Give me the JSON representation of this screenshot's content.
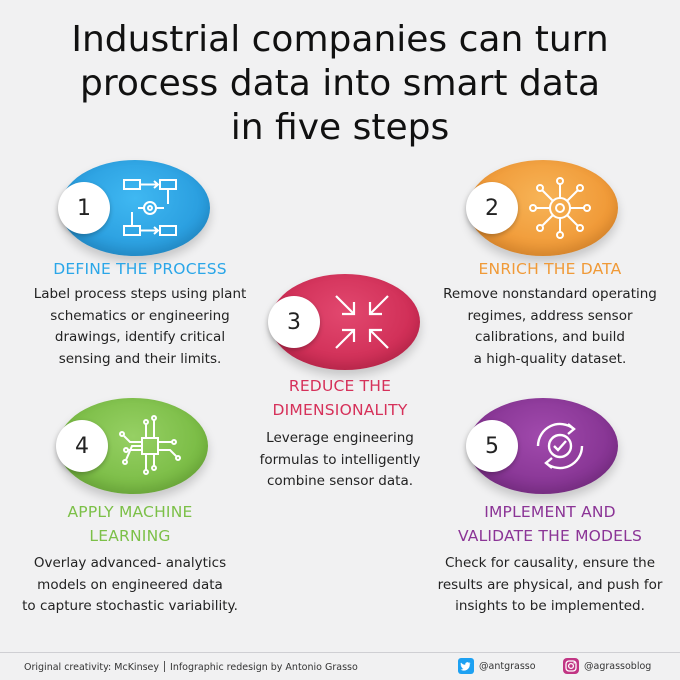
{
  "title": {
    "line1": "Industrial companies can turn",
    "line2": "process data into smart data",
    "line3": "in five steps"
  },
  "steps": [
    {
      "number": "1",
      "heading_lines": [
        "DEFINE THE PROCESS"
      ],
      "desc_lines": [
        "Label process steps using plant",
        "schematics or engineering",
        "drawings, identify critical",
        "sensing and their limits."
      ],
      "color": "#2aa6e8",
      "icon": "process-flow-icon"
    },
    {
      "number": "2",
      "heading_lines": [
        "ENRICH THE DATA"
      ],
      "desc_lines": [
        "Remove nonstandard operating",
        "regimes, address sensor",
        "calibrations, and build",
        "a high-quality dataset."
      ],
      "color": "#f09a38",
      "icon": "data-hub-icon"
    },
    {
      "number": "3",
      "heading_lines": [
        "REDUCE THE",
        "DIMENSIONALITY"
      ],
      "desc_lines": [
        "Leverage engineering",
        "formulas to intelligently",
        "combine sensor data."
      ],
      "color": "#d6315a",
      "icon": "collapse-arrows-icon"
    },
    {
      "number": "4",
      "heading_lines": [
        "APPLY MACHINE",
        "LEARNING"
      ],
      "desc_lines": [
        "Overlay advanced- analytics",
        "models on engineered data",
        "to capture stochastic variability."
      ],
      "color": "#7cc048",
      "icon": "chip-circuit-icon"
    },
    {
      "number": "5",
      "heading_lines": [
        "IMPLEMENT AND",
        "VALIDATE THE MODELS"
      ],
      "desc_lines": [
        "Check for causality, ensure the",
        "results are physical, and push for",
        "insights to be implemented."
      ],
      "color": "#8b3496",
      "icon": "validation-cycle-icon"
    }
  ],
  "footer": {
    "credit_left": "Original creativity: McKinsey",
    "credit_right": "Infographic redesign by Antonio Grasso",
    "twitter": "@antgrasso",
    "instagram": "@agrassoblog"
  },
  "colors": {
    "twitter": "#1da1f2",
    "instagram": "#c13584"
  }
}
